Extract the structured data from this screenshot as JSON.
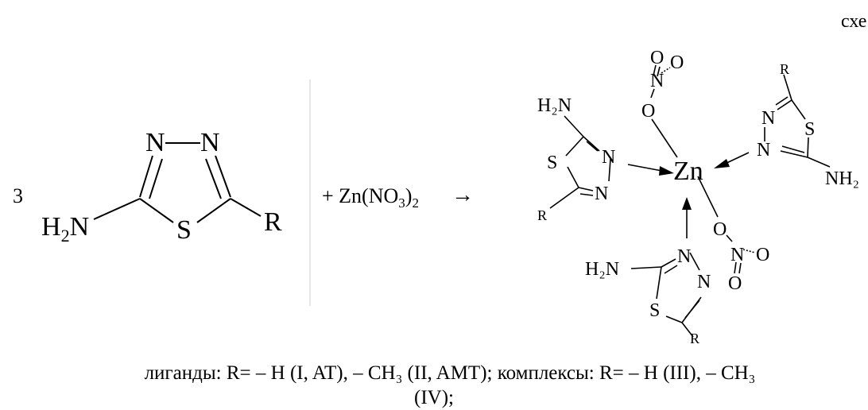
{
  "scheme_label": "схе",
  "coefficient": "3",
  "reagent_text": "+ Zn(NO",
  "reagent_sub_3": "3",
  "reagent_close": ")",
  "reagent_sub_2": "2",
  "arrow": "→",
  "ligand": {
    "n_left": "N",
    "n_right": "N",
    "h2n": "H",
    "h2n_sub": "2",
    "h2n_n": "N",
    "s": "S",
    "r": "R"
  },
  "complex": {
    "zn": "Zn",
    "nitrate_top": {
      "o1": "O",
      "n": "N",
      "o2": "O",
      "o3": "O"
    },
    "nitrate_bottom": {
      "o1": "O",
      "n": "N",
      "o2": "O",
      "o3": "O"
    },
    "left_ring": {
      "h2n": "H₂N",
      "s": "S",
      "n1": "N",
      "n2": "N",
      "r": "R"
    },
    "right_ring": {
      "r": "R",
      "n1": "N",
      "n2": "N",
      "s": "S",
      "nh2": "NH₂"
    },
    "bottom_ring": {
      "h2n": "H₂N",
      "n1": "N",
      "n2": "N",
      "s": "S",
      "r": "R"
    }
  },
  "caption": {
    "line1": "лиганды: R= – H (I, AT), – CH₃ (II, AMT); комплексы:  R= – H (III), – CH₃",
    "line2": "(IV);"
  }
}
